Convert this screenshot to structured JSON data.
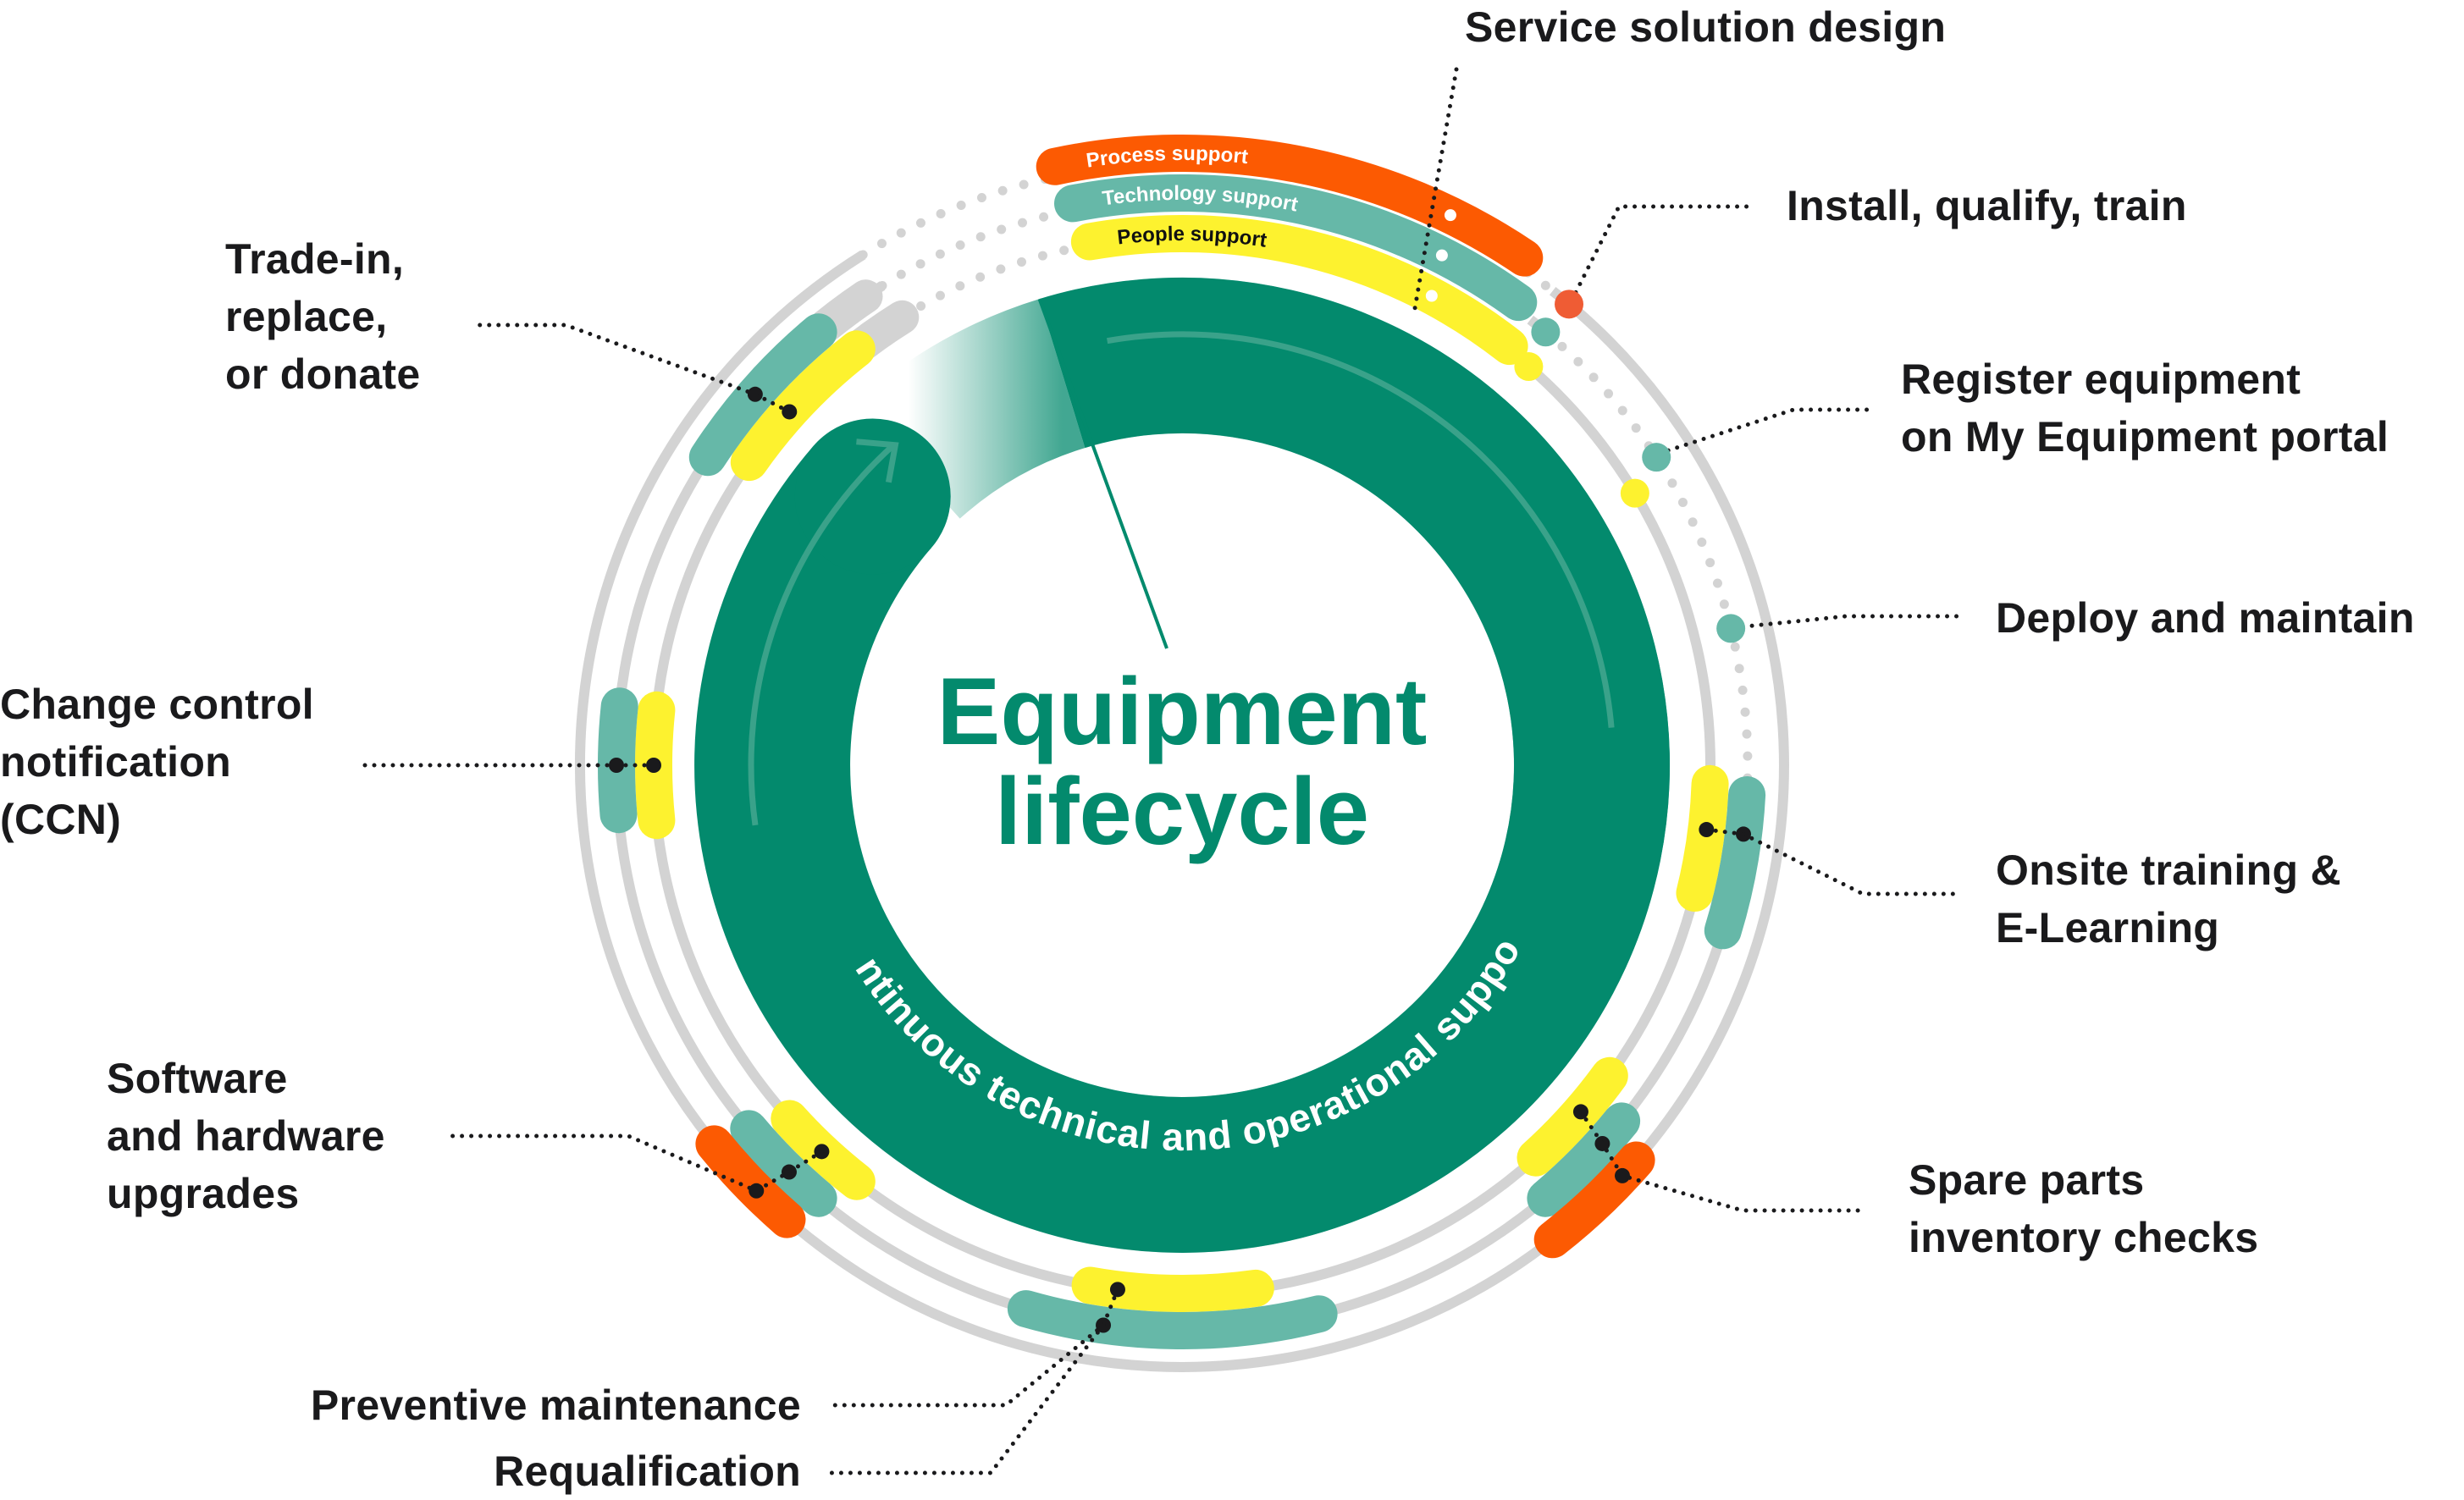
{
  "title": "Equipment\nlifecycle",
  "ring_text": "Continuous technical and operational support",
  "legend": {
    "process": "Process support",
    "technology": "Technology support",
    "people": "People support"
  },
  "colors": {
    "dark_green": "#038a6d",
    "teal": "#66b8a8",
    "yellow": "#fdf22f",
    "orange": "#fc5a02",
    "orange_dot": "#ef5c34",
    "gray": "#d3d3d3",
    "text": "#1a1a1c"
  },
  "steps": [
    {
      "id": "service-solution-design",
      "label": "Service solution design",
      "supports": [
        "process",
        "technology",
        "people"
      ]
    },
    {
      "id": "install-qualify-train",
      "label": "Install, qualify, train",
      "supports": [
        "process",
        "technology",
        "people"
      ]
    },
    {
      "id": "register-equipment",
      "label": "Register equipment\non My Equipment portal",
      "supports": [
        "technology",
        "people"
      ]
    },
    {
      "id": "deploy-and-maintain",
      "label": "Deploy and maintain",
      "supports": [
        "technology"
      ]
    },
    {
      "id": "onsite-training",
      "label": "Onsite training &\nE-Learning",
      "supports": [
        "technology",
        "people"
      ]
    },
    {
      "id": "spare-parts",
      "label": "Spare parts\ninventory checks",
      "supports": [
        "process",
        "technology",
        "people"
      ]
    },
    {
      "id": "preventive-maintenance",
      "label": "Preventive maintenance",
      "supports": [
        "people"
      ]
    },
    {
      "id": "requalification",
      "label": "Requalification",
      "supports": [
        "technology"
      ]
    },
    {
      "id": "software-hardware-upgrades",
      "label": "Software\nand hardware\nupgrades",
      "supports": [
        "process",
        "technology",
        "people"
      ]
    },
    {
      "id": "change-control-notification",
      "label": "Change control\nnotification\n(CCN)",
      "supports": [
        "technology",
        "people"
      ]
    },
    {
      "id": "trade-in",
      "label": "Trade-in,\nreplace,\nor donate",
      "supports": [
        "technology",
        "people"
      ]
    }
  ]
}
